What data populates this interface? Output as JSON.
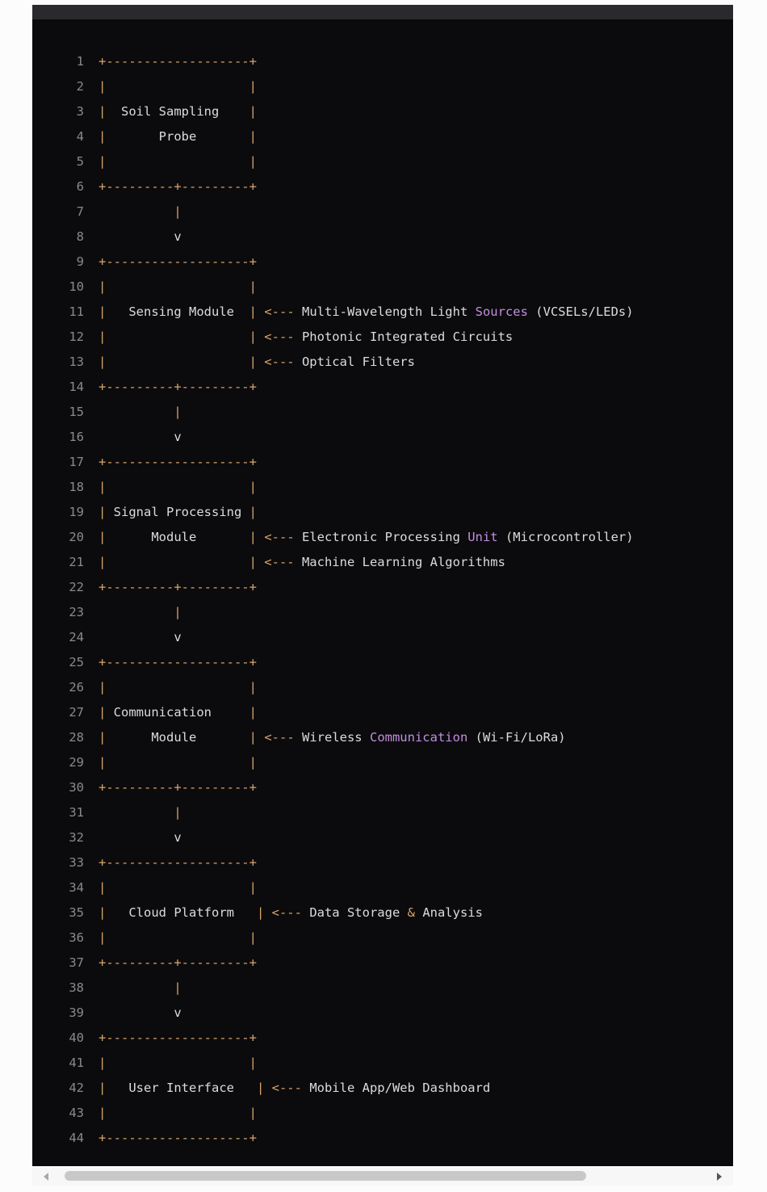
{
  "code": {
    "lines": [
      {
        "n": "1",
        "parts": [
          {
            "t": "+-------------------+",
            "c": "border"
          }
        ]
      },
      {
        "n": "2",
        "parts": [
          {
            "t": "|                   |",
            "c": "border"
          }
        ]
      },
      {
        "n": "3",
        "parts": [
          {
            "t": "|",
            "c": "border"
          },
          {
            "t": "  Soil Sampling    "
          },
          {
            "t": "|",
            "c": "border"
          }
        ]
      },
      {
        "n": "4",
        "parts": [
          {
            "t": "|",
            "c": "border"
          },
          {
            "t": "       Probe       "
          },
          {
            "t": "|",
            "c": "border"
          }
        ]
      },
      {
        "n": "5",
        "parts": [
          {
            "t": "|                   |",
            "c": "border"
          }
        ]
      },
      {
        "n": "6",
        "parts": [
          {
            "t": "+---------+---------+",
            "c": "border"
          }
        ]
      },
      {
        "n": "7",
        "parts": [
          {
            "t": "          |",
            "c": "border"
          }
        ]
      },
      {
        "n": "8",
        "parts": [
          {
            "t": "          v"
          }
        ]
      },
      {
        "n": "9",
        "parts": [
          {
            "t": "+-------------------+",
            "c": "border"
          }
        ]
      },
      {
        "n": "10",
        "parts": [
          {
            "t": "|                   |",
            "c": "border"
          }
        ]
      },
      {
        "n": "11",
        "parts": [
          {
            "t": "|",
            "c": "border"
          },
          {
            "t": "   Sensing Module  "
          },
          {
            "t": "| <---",
            "c": "border"
          },
          {
            "t": " Multi-Wavelength Light "
          },
          {
            "t": "Sources",
            "c": "hl"
          },
          {
            "t": " (VCSELs/LEDs)"
          }
        ]
      },
      {
        "n": "12",
        "parts": [
          {
            "t": "|                   | <---",
            "c": "border"
          },
          {
            "t": " Photonic Integrated Circuits"
          }
        ]
      },
      {
        "n": "13",
        "parts": [
          {
            "t": "|                   | <---",
            "c": "border"
          },
          {
            "t": " Optical Filters"
          }
        ]
      },
      {
        "n": "14",
        "parts": [
          {
            "t": "+---------+---------+",
            "c": "border"
          }
        ]
      },
      {
        "n": "15",
        "parts": [
          {
            "t": "          |",
            "c": "border"
          }
        ]
      },
      {
        "n": "16",
        "parts": [
          {
            "t": "          v"
          }
        ]
      },
      {
        "n": "17",
        "parts": [
          {
            "t": "+-------------------+",
            "c": "border"
          }
        ]
      },
      {
        "n": "18",
        "parts": [
          {
            "t": "|                   |",
            "c": "border"
          }
        ]
      },
      {
        "n": "19",
        "parts": [
          {
            "t": "|",
            "c": "border"
          },
          {
            "t": " Signal Processing "
          },
          {
            "t": "|",
            "c": "border"
          }
        ]
      },
      {
        "n": "20",
        "parts": [
          {
            "t": "|",
            "c": "border"
          },
          {
            "t": "      Module       "
          },
          {
            "t": "| <---",
            "c": "border"
          },
          {
            "t": " Electronic Processing "
          },
          {
            "t": "Unit",
            "c": "hl"
          },
          {
            "t": " (Microcontroller)"
          }
        ]
      },
      {
        "n": "21",
        "parts": [
          {
            "t": "|                   | <---",
            "c": "border"
          },
          {
            "t": " Machine Learning Algorithms"
          }
        ]
      },
      {
        "n": "22",
        "parts": [
          {
            "t": "+---------+---------+",
            "c": "border"
          }
        ]
      },
      {
        "n": "23",
        "parts": [
          {
            "t": "          |",
            "c": "border"
          }
        ]
      },
      {
        "n": "24",
        "parts": [
          {
            "t": "          v"
          }
        ]
      },
      {
        "n": "25",
        "parts": [
          {
            "t": "+-------------------+",
            "c": "border"
          }
        ]
      },
      {
        "n": "26",
        "parts": [
          {
            "t": "|                   |",
            "c": "border"
          }
        ]
      },
      {
        "n": "27",
        "parts": [
          {
            "t": "|",
            "c": "border"
          },
          {
            "t": " Communication     "
          },
          {
            "t": "|",
            "c": "border"
          }
        ]
      },
      {
        "n": "28",
        "parts": [
          {
            "t": "|",
            "c": "border"
          },
          {
            "t": "      Module       "
          },
          {
            "t": "| <---",
            "c": "border"
          },
          {
            "t": " Wireless "
          },
          {
            "t": "Communication",
            "c": "hl"
          },
          {
            "t": " (Wi-Fi/LoRa)"
          }
        ]
      },
      {
        "n": "29",
        "parts": [
          {
            "t": "|                   |",
            "c": "border"
          }
        ]
      },
      {
        "n": "30",
        "parts": [
          {
            "t": "+---------+---------+",
            "c": "border"
          }
        ]
      },
      {
        "n": "31",
        "parts": [
          {
            "t": "          |",
            "c": "border"
          }
        ]
      },
      {
        "n": "32",
        "parts": [
          {
            "t": "          v"
          }
        ]
      },
      {
        "n": "33",
        "parts": [
          {
            "t": "+-------------------+",
            "c": "border"
          }
        ]
      },
      {
        "n": "34",
        "parts": [
          {
            "t": "|                   |",
            "c": "border"
          }
        ]
      },
      {
        "n": "35",
        "parts": [
          {
            "t": "|",
            "c": "border"
          },
          {
            "t": "   Cloud Platform   "
          },
          {
            "t": "| <---",
            "c": "border"
          },
          {
            "t": " Data Storage "
          },
          {
            "t": "&",
            "c": "amp"
          },
          {
            "t": " Analysis"
          }
        ]
      },
      {
        "n": "36",
        "parts": [
          {
            "t": "|                   |",
            "c": "border"
          }
        ]
      },
      {
        "n": "37",
        "parts": [
          {
            "t": "+---------+---------+",
            "c": "border"
          }
        ]
      },
      {
        "n": "38",
        "parts": [
          {
            "t": "          |",
            "c": "border"
          }
        ]
      },
      {
        "n": "39",
        "parts": [
          {
            "t": "          v"
          }
        ]
      },
      {
        "n": "40",
        "parts": [
          {
            "t": "+-------------------+",
            "c": "border"
          }
        ]
      },
      {
        "n": "41",
        "parts": [
          {
            "t": "|                   |",
            "c": "border"
          }
        ]
      },
      {
        "n": "42",
        "parts": [
          {
            "t": "|",
            "c": "border"
          },
          {
            "t": "   User Interface   "
          },
          {
            "t": "| <---",
            "c": "border"
          },
          {
            "t": " Mobile App/Web Dashboard"
          }
        ]
      },
      {
        "n": "43",
        "parts": [
          {
            "t": "|                   |",
            "c": "border"
          }
        ]
      },
      {
        "n": "44",
        "parts": [
          {
            "t": "+-------------------+",
            "c": "border"
          }
        ]
      }
    ]
  },
  "colors": {
    "background": "#0b0b0d",
    "text": "#dcdcdc",
    "line_number": "#8a8a8a",
    "box_border": "#d9a46a",
    "keyword": "#c38de0"
  },
  "scrollbar": {
    "horizontal_thumb_fraction": 0.82
  }
}
